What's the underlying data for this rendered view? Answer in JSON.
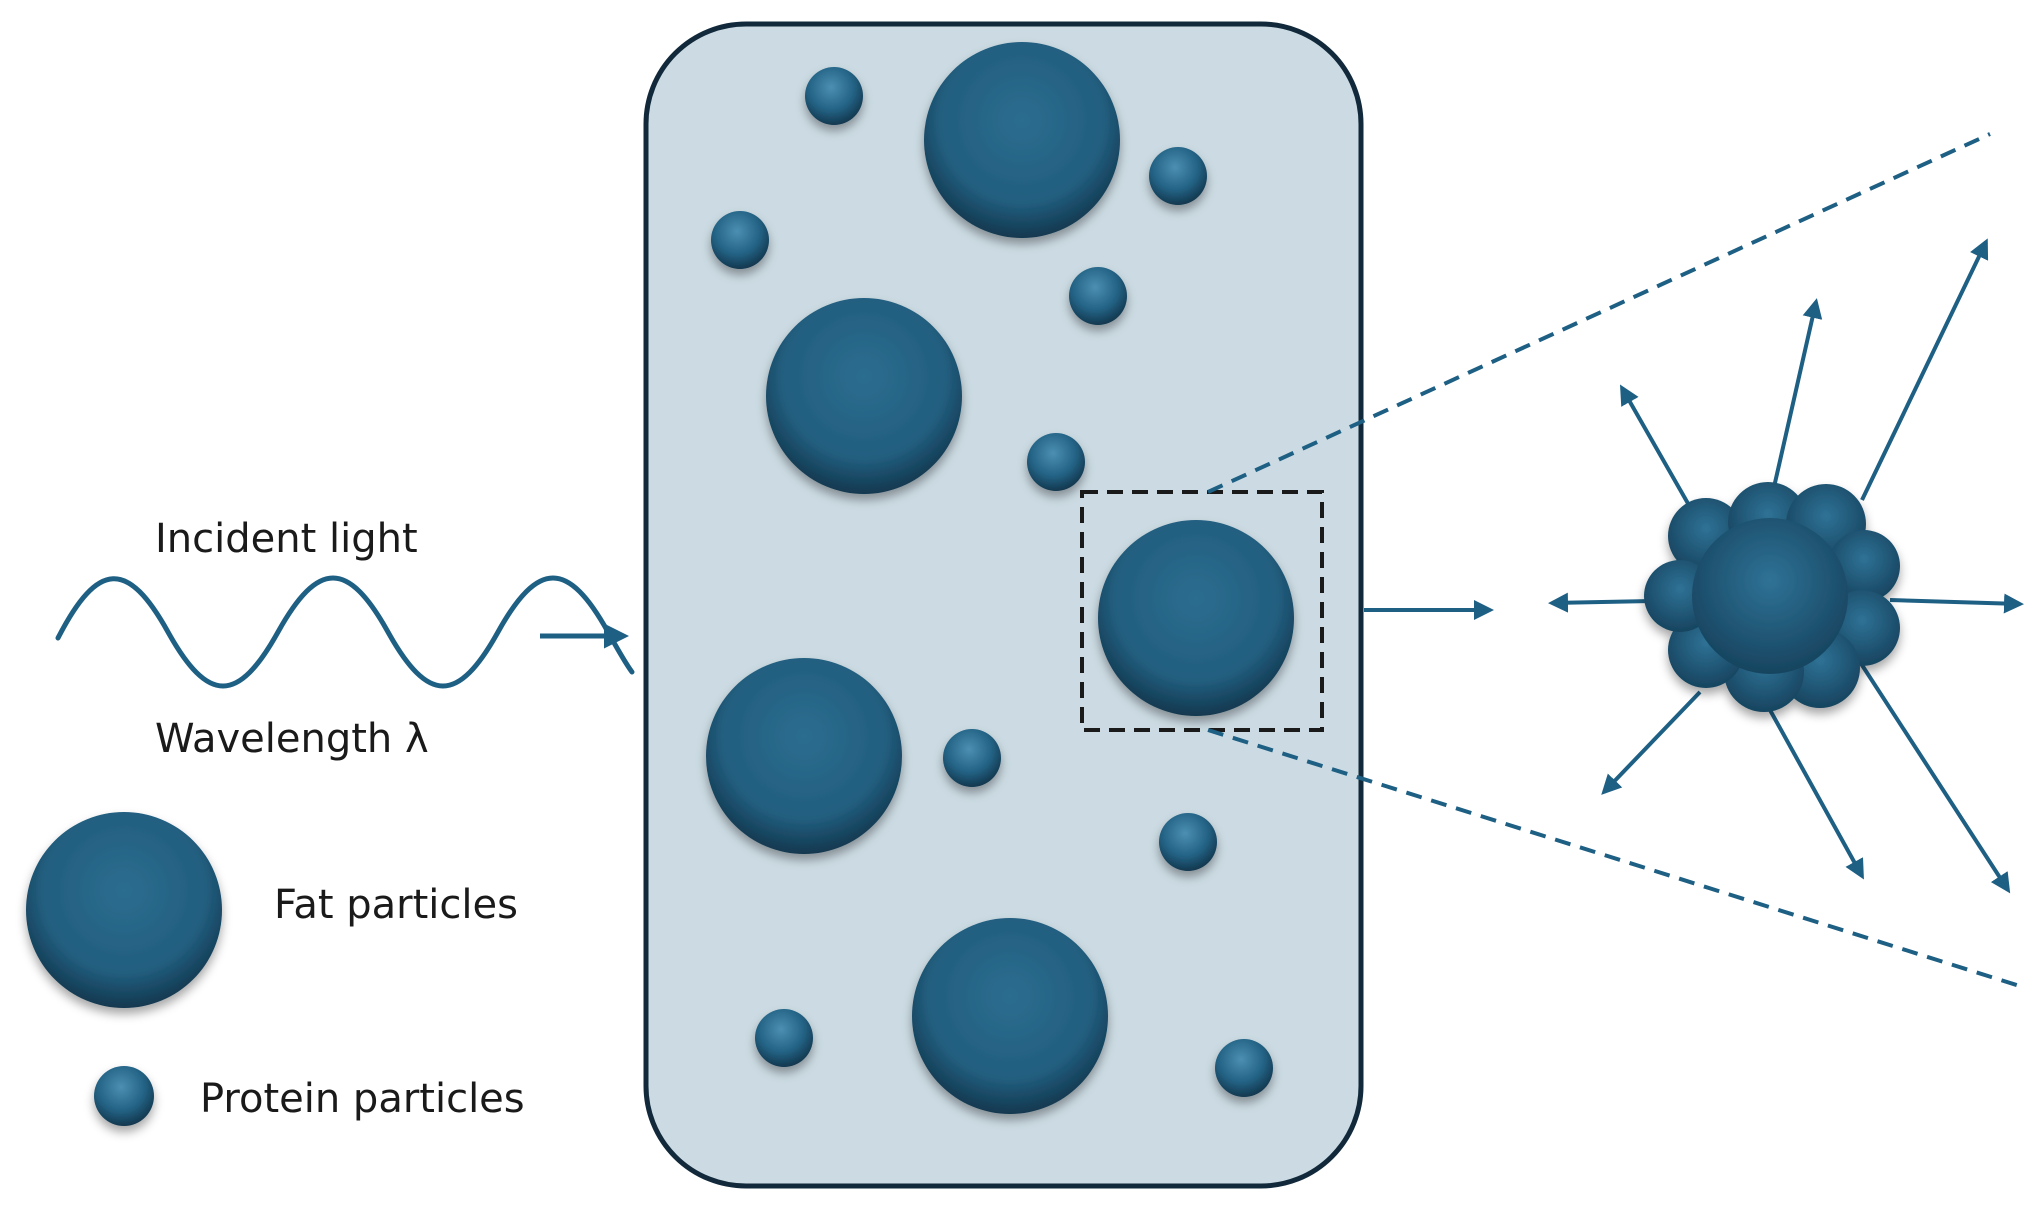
{
  "labels": {
    "incident_light": "Incident light",
    "wavelength": "Wavelength λ",
    "fat_particles": "Fat particles",
    "protein_particles": "Protein particles"
  },
  "colors": {
    "particle": "#2a6a8c",
    "particle_dark": "#163f57",
    "container_fill": "#ccdbe3",
    "container_stroke": "#11293a",
    "line": "#1e5f84",
    "zoom_box": "#1a1a1a"
  },
  "legend": [
    {
      "kind": "fat",
      "label_key": "fat_particles"
    },
    {
      "kind": "protein",
      "label_key": "protein_particles"
    }
  ]
}
